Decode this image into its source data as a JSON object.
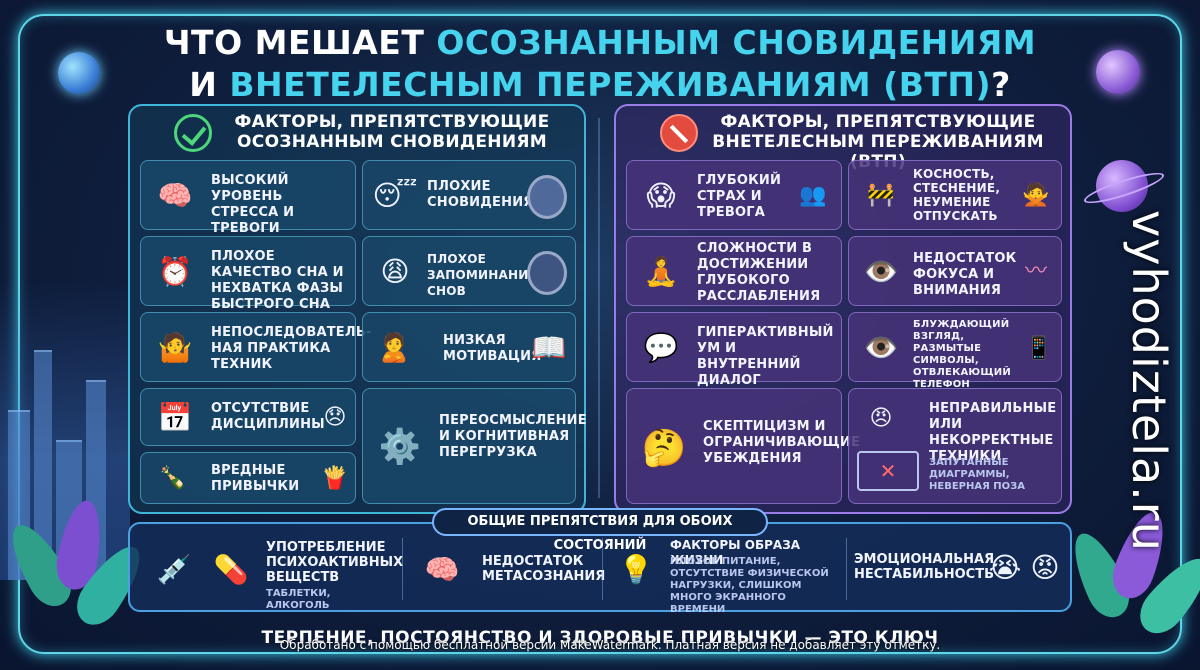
{
  "title": {
    "line1_white": "ЧТО МЕШАЕТ ",
    "line1_cyan": "ОСОЗНАННЫМ СНОВИДЕНИЯМ",
    "line2_white_start": "И ",
    "line2_cyan": "ВНЕТЕЛЕСНЫМ ПЕРЕЖИВАНИЯМ (ВТП)",
    "line2_white_end": "?"
  },
  "left_panel": {
    "header": "ФАКТОРЫ, ПРЕПЯТСТВУЮЩИЕ ОСОЗНАННЫМ СНОВИДЕНИЯМ",
    "header_icon": "check-circle-icon",
    "cards": [
      {
        "text": "ВЫСОКИЙ УРОВЕНЬ СТРЕССА И ТРЕВОГИ",
        "icon": "brain-stress-icon"
      },
      {
        "text": "ПЛОХИЕ СНОВИДЕНИЯ",
        "icon": "sleepy-person-icon"
      },
      {
        "text": "ПЛОХОЕ КАЧЕСТВО СНА И НЕХВАТКА ФАЗЫ БЫСТРОГО СНА",
        "icon": "alarm-clock-icon"
      },
      {
        "text": "ПЛОХОЕ ЗАПОМИНАНИЕ СНОВ",
        "icon": "tired-person-icon"
      },
      {
        "text": "НЕПОСЛЕДОВАТЕЛЬ-НАЯ ПРАКТИКА ТЕХНИК",
        "icon": "confused-person-icon"
      },
      {
        "text": "НИЗКАЯ МОТИВАЦИЯ",
        "icon": "book-icon"
      },
      {
        "text": "ОТСУТСТВИЕ ДИСЦИПЛИНЫ",
        "icon": "calendar-icon"
      },
      {
        "text": "ПЕРЕОСМЫСЛЕНИЕ И КОГНИТИВНАЯ ПЕРЕГРУЗКА",
        "icon": "head-gears-icon"
      },
      {
        "text": "ВРЕДНЫЕ ПРИВЫЧКИ",
        "icon": "bottle-icon"
      },
      {
        "text": "",
        "icon": "fries-icon"
      }
    ]
  },
  "right_panel": {
    "header": "ФАКТОРЫ, ПРЕПЯТСТВУЮЩИЕ ВНЕТЕЛЕСНЫМ ПЕРЕЖИВАНИЯМ (ВТП)",
    "header_icon": "no-entry-icon",
    "cards": [
      {
        "text": "ГЛУБОКИЙ СТРАХ И ТРЕВОГА",
        "icon": "scared-person-icon"
      },
      {
        "text": "КОСНОСТЬ, СТЕСНЕНИЕ, НЕУМЕНИЕ ОТПУСКАТЬ",
        "icon": "barrier-icon"
      },
      {
        "text": "СЛОЖНОСТИ В ДОСТИЖЕНИИ ГЛУБОКОГО РАССЛАБЛЕНИЯ",
        "icon": "meditation-icon"
      },
      {
        "text": "НЕДОСТАТОК ФОКУСА И ВНИМАНИЯ",
        "icon": "eye-icon"
      },
      {
        "text": "ГИПЕРАКТИВНЫЙ УМ И ВНУТРЕННИЙ ДИАЛОГ",
        "icon": "brain-chat-icon"
      },
      {
        "text": "БЛУЖДАЮЩИЙ ВЗГЛЯД, РАЗМЫТЫЕ СИМВОЛЫ, ОТВЛЕКАЮЩИЙ ТЕЛЕФОН",
        "icon": "phone-icon"
      },
      {
        "text": "СКЕПТИЦИЗМ И ОГРАНИЧИВАЮЩИЕ УБЕЖДЕНИЯ",
        "icon": "skeptic-person-icon"
      },
      {
        "text": "НЕПРАВИЛЬНЫЕ ИЛИ НЕКОРРЕКТНЫЕ ТЕХНИКИ",
        "sub": "ЗАПУТАННЫЕ ДИАГРАММЫ, НЕВЕРНАЯ ПОЗА",
        "icon": "wrong-diagram-icon"
      }
    ]
  },
  "common": {
    "label": "ОБЩИЕ ПРЕПЯТСТВИЯ ДЛЯ ОБОИХ СОСТОЯНИЙ",
    "items": [
      {
        "text": "УПОТРЕБЛЕНИЕ ПСИХОАКТИВНЫХ ВЕЩЕСТВ",
        "sub": "ТАБЛЕТКИ, АЛКОГОЛЬ",
        "icon": "pills-icon"
      },
      {
        "text": "НЕДОСТАТОК МЕТАСОЗНАНИЯ",
        "sub": "",
        "icon": "head-brain-icon"
      },
      {
        "text": "ФАКТОРЫ ОБРАЗА ЖИЗНИ",
        "sub": "ПЛОХОЕ ПИТАНИЕ, ОТСУТСТВИЕ ФИЗИЧЕСКОЙ НАГРУЗКИ, СЛИШКОМ МНОГО ЭКРАННОГО ВРЕМЕНИ",
        "icon": "lightbulb-icon"
      },
      {
        "text": "ЭМОЦИОНАЛЬНАЯ НЕСТАБИЛЬНОСТЬ",
        "sub": "",
        "icon": "crying-face-icon"
      }
    ]
  },
  "footer": "ТЕРПЕНИЕ, ПОСТОЯНСТВО И ЗДОРОВЫЕ ПРИВЫЧКИ — ЭТО КЛЮЧ",
  "side_url": "vyhodiztela.ru",
  "watermark": "Обработано с помощью бесплатной версии MakeWatermark. Платная версия не добавляет эту отметку."
}
